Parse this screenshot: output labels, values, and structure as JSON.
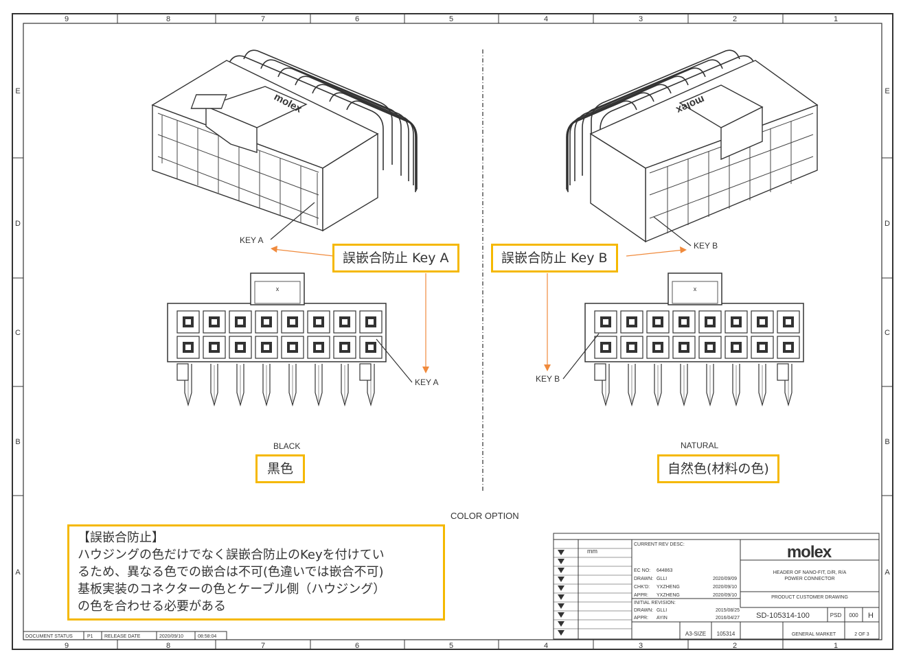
{
  "frame": {
    "zone_numbers": [
      "9",
      "8",
      "7",
      "6",
      "5",
      "4",
      "3",
      "2",
      "1"
    ],
    "zone_letters": [
      "E",
      "D",
      "C",
      "B",
      "A"
    ]
  },
  "left_view": {
    "color_en": "BLACK",
    "color_jp": "黒色",
    "callout": "誤嵌合防止 Key A",
    "key_label_top": "KEY A",
    "key_label_front": "KEY A"
  },
  "right_view": {
    "color_en": "NATURAL",
    "color_jp": "自然色(材料の色)",
    "callout": "誤嵌合防止 Key B",
    "key_label_top": "KEY B",
    "key_label_front": "KEY B"
  },
  "color_option_label": "COLOR OPTION",
  "note": {
    "title": "【誤嵌合防止】",
    "lines": [
      "ハウジングの色だけでなく誤嵌合防止のKeyを付けてい",
      "るため、異なる色での嵌合は不可(色違いでは嵌合不可)",
      "基板実装のコネクターの色とケーブル側（ハウジング）",
      "の色を合わせる必要がある"
    ]
  },
  "title_block": {
    "logo": "molex",
    "units": "mm",
    "description": "HEADER OF NANO-FIT, D/R, R/A POWER CONNECTOR",
    "drawing_type": "PRODUCT CUSTOMER DRAWING",
    "doc_number": "SD-105314-100",
    "doc_type": "PSD",
    "doc_code": "000",
    "revision": "H",
    "size": "A3-SIZE",
    "series": "105314",
    "market": "GENERAL MARKET",
    "sheet": "2 OF 3",
    "current_rev": "CURRENT REV DESC:",
    "ec_no_label": "EC NO:",
    "ec_no": "644863",
    "drawn_label": "DRAWN:",
    "drawn": "GLLI",
    "drawn_date": "2020/09/09",
    "chkd_label": "CHK'D:",
    "chkd": "YXZHENG",
    "chkd_date": "2020/09/10",
    "appr_label": "APPR:",
    "appr": "YXZHENG",
    "appr_date": "2020/09/10",
    "initial_rev": "INITIAL REVISION:",
    "drawn2": "GLLI",
    "drawn2_date": "2015/08/25",
    "appr2": "AYIN",
    "appr2_date": "2016/04/27"
  },
  "status_bar": {
    "doc_status_label": "DOCUMENT STATUS",
    "doc_status": "P1",
    "release_label": "RELEASE DATE",
    "release_date": "2020/09/10",
    "release_time": "08:58:04"
  }
}
